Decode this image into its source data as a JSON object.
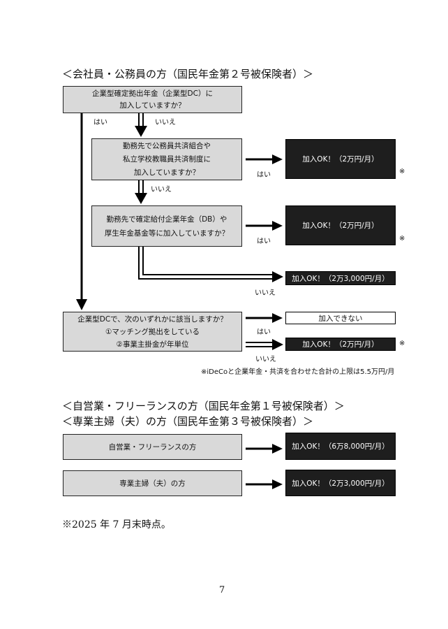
{
  "section1": {
    "heading": "＜会社員・公務員の方（国民年金第２号被保険者）＞",
    "q1": {
      "line1": "企業型確定拠出年金（企業型DC）に",
      "line2": "加入していますか？"
    },
    "q2": {
      "line1": "勤務先で公務員共済組合や",
      "line2": "私立学校教職員共済制度に",
      "line3": "加入していますか？"
    },
    "q3": {
      "line1": "勤務先で確定給付企業年金（DB）や",
      "line2": "厚生年金基金等に加入していますか？"
    },
    "q4": {
      "line1": "企業型DCで、次のいずれかに該当しますか？",
      "line2": "①マッチング拠出をしている",
      "line3": "②事業主掛金が年単位"
    },
    "yes": "はい",
    "no": "いいえ",
    "result_q2": "加入OK！（2万円/月）",
    "result_q3": "加入OK！（2万円/月）",
    "result_none": "加入OK！（2万3,000円/月）",
    "result_q4_yes": "加入できない",
    "result_q4_no": "加入OK！（2万円/月）",
    "mark": "※",
    "limit_note": "※iDeCoと企業年金・共済を合わせた合計の上限は5.5万円/月"
  },
  "section2": {
    "heading1": "＜自営業・フリーランスの方（国民年金第１号被保険者）＞",
    "heading2": "＜専業主婦（夫）の方（国民年金第３号被保険者）＞",
    "self_employed": "自営業・フリーランスの方",
    "self_employed_result": "加入OK！（6万8,000円/月）",
    "homemaker": "専業主婦（夫）の方",
    "homemaker_result": "加入OK！（2万3,000円/月）"
  },
  "footnote": "※2025 年 7 月末時点。",
  "page_number": "7"
}
